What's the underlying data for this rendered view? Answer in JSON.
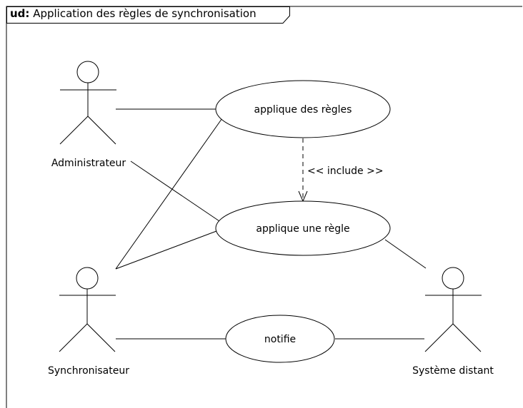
{
  "diagram": {
    "frame_kind": "ud:",
    "frame_title": "Application des règles de synchronisation"
  },
  "actors": {
    "administrateur": "Administrateur",
    "synchronisateur": "Synchronisateur",
    "systeme_distant": "Système distant"
  },
  "use_cases": {
    "applique_des_regles": "applique des règles",
    "applique_une_regle": "applique une règle",
    "notifie": "notifie"
  },
  "relations": {
    "include_label": "<< include >>"
  }
}
